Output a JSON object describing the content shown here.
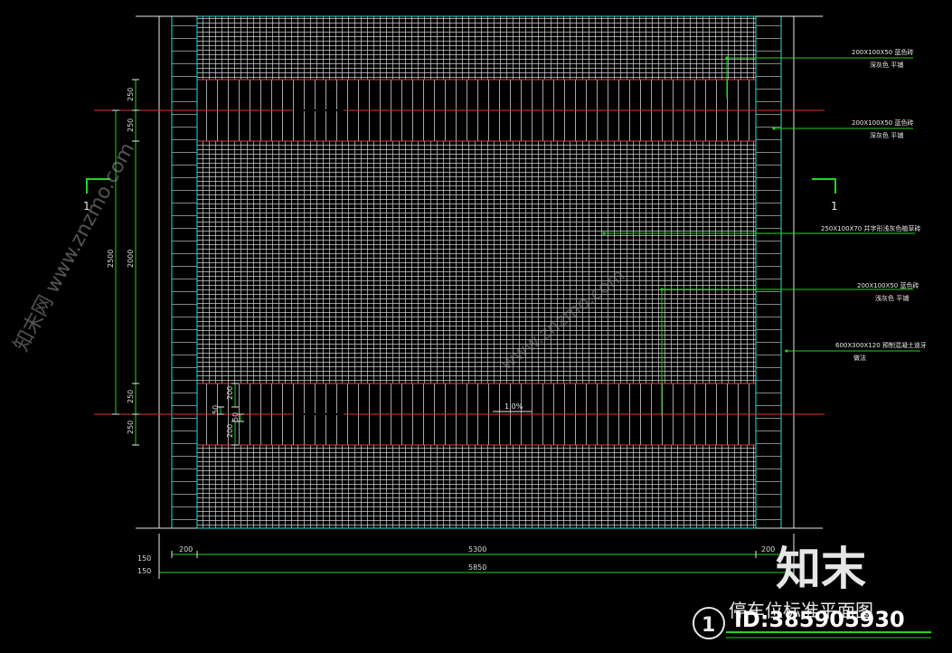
{
  "drawing": {
    "title": "停车位标准平面图",
    "number": "1",
    "section_marks": [
      "1",
      "1"
    ],
    "slope": "1.0%"
  },
  "callouts": [
    {
      "line1": "200X100X50 蓝色砖",
      "line2": "深灰色 平铺"
    },
    {
      "line1": "200X100X50 蓝色砖",
      "line2": "深灰色 平铺"
    },
    {
      "line1": "250X100X70 井字形浅灰色植草砖",
      "line2": ""
    },
    {
      "line1": "200X100X50 蓝色砖",
      "line2": "浅灰色 平铺"
    },
    {
      "line1": "600X300X120 预制混凝土道牙",
      "line2": "做法"
    }
  ],
  "dimensions": {
    "bottom": [
      "200",
      "5300",
      "200",
      "5850"
    ],
    "bottom_left": [
      "150",
      "150"
    ],
    "left_outer": [
      "250",
      "250",
      "2500",
      "250",
      "250"
    ],
    "left_inner": [
      "2000"
    ],
    "left_small": [
      "200",
      "50",
      "50",
      "200"
    ]
  },
  "watermarks": {
    "site": "www.znzmo.com",
    "brand": "知末网",
    "logo": "知末",
    "id": "ID:385905930"
  },
  "colors": {
    "background": "#000000",
    "paving": "#d8d8d8",
    "border_line": "#19e0e0",
    "leader": "#1fd61f",
    "axis": "#e03030",
    "dimension": "#dcdcdc"
  }
}
